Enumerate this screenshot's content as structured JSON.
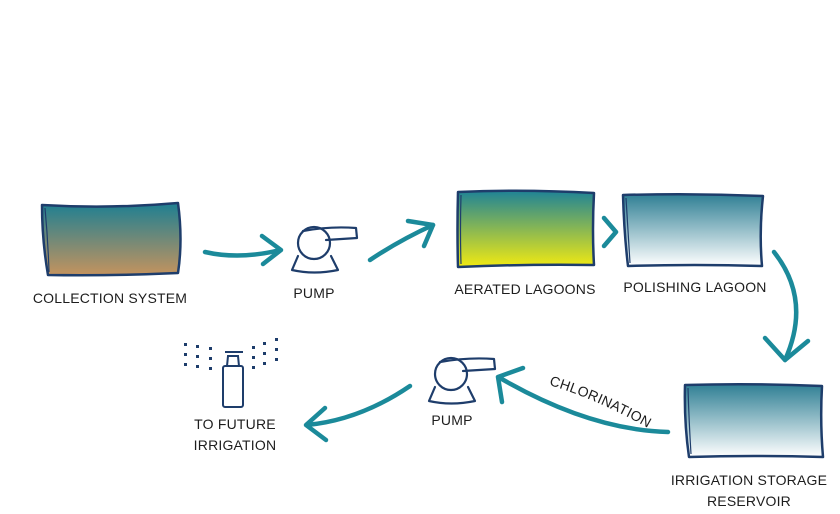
{
  "diagram": {
    "nodes": {
      "collection": "COLLECTION SYSTEM",
      "pump1": "PUMP",
      "aerated": "AERATED LAGOONS",
      "polishing": "POLISHING LAGOON",
      "reservoir_line1": "IRRIGATION STORAGE",
      "reservoir_line2": "RESERVOIR",
      "pump2": "PUMP",
      "irrigation_line1": "TO FUTURE",
      "irrigation_line2": "IRRIGATION"
    },
    "edge_labels": {
      "chlorination": "CHLORINATION"
    }
  },
  "colors": {
    "arrow": "#1b8a9a",
    "outline": "#1e3d6b",
    "collection_top": "#1e7f92",
    "collection_bottom": "#c4935e",
    "aerated_top": "#1f8396",
    "aerated_bottom": "#f1ea12",
    "lagoon_top": "#2f7f94",
    "lagoon_bottom": "#ffffff"
  }
}
